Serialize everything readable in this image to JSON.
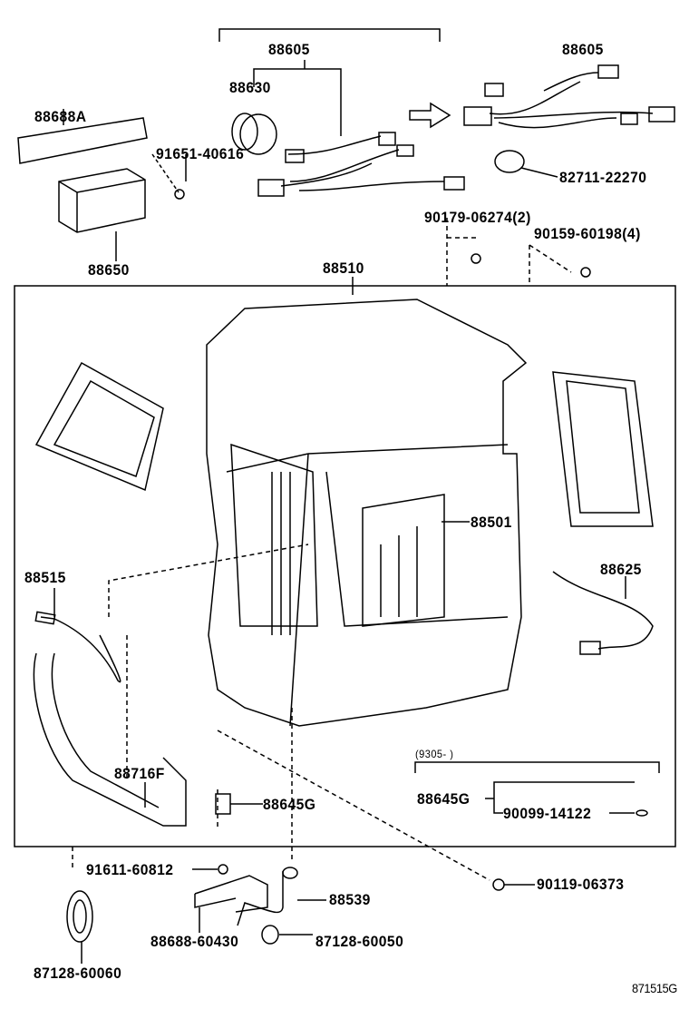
{
  "labels": {
    "harness_left": "88605",
    "harness_right": "88605",
    "p88630": "88630",
    "p88688A": "88688A",
    "p91651": "91651-40616",
    "p88650": "88650",
    "p82711": "82711-22270",
    "p90179": "90179-06274(2)",
    "p90159": "90159-60198(4)",
    "p88510": "88510",
    "p88501": "88501",
    "p88515": "88515",
    "p88625": "88625",
    "p88716F": "88716F",
    "p88645G": "88645G",
    "date_range": "(9305-      )",
    "p88645G_right": "88645G",
    "p90099": "90099-14122",
    "p91611": "91611-60812",
    "p88539": "88539",
    "p90119": "90119-06373",
    "p88688_60430": "88688-60430",
    "p87128_60050": "87128-60050",
    "p87128_60060": "87128-60060",
    "diagram_code": "871515G"
  }
}
